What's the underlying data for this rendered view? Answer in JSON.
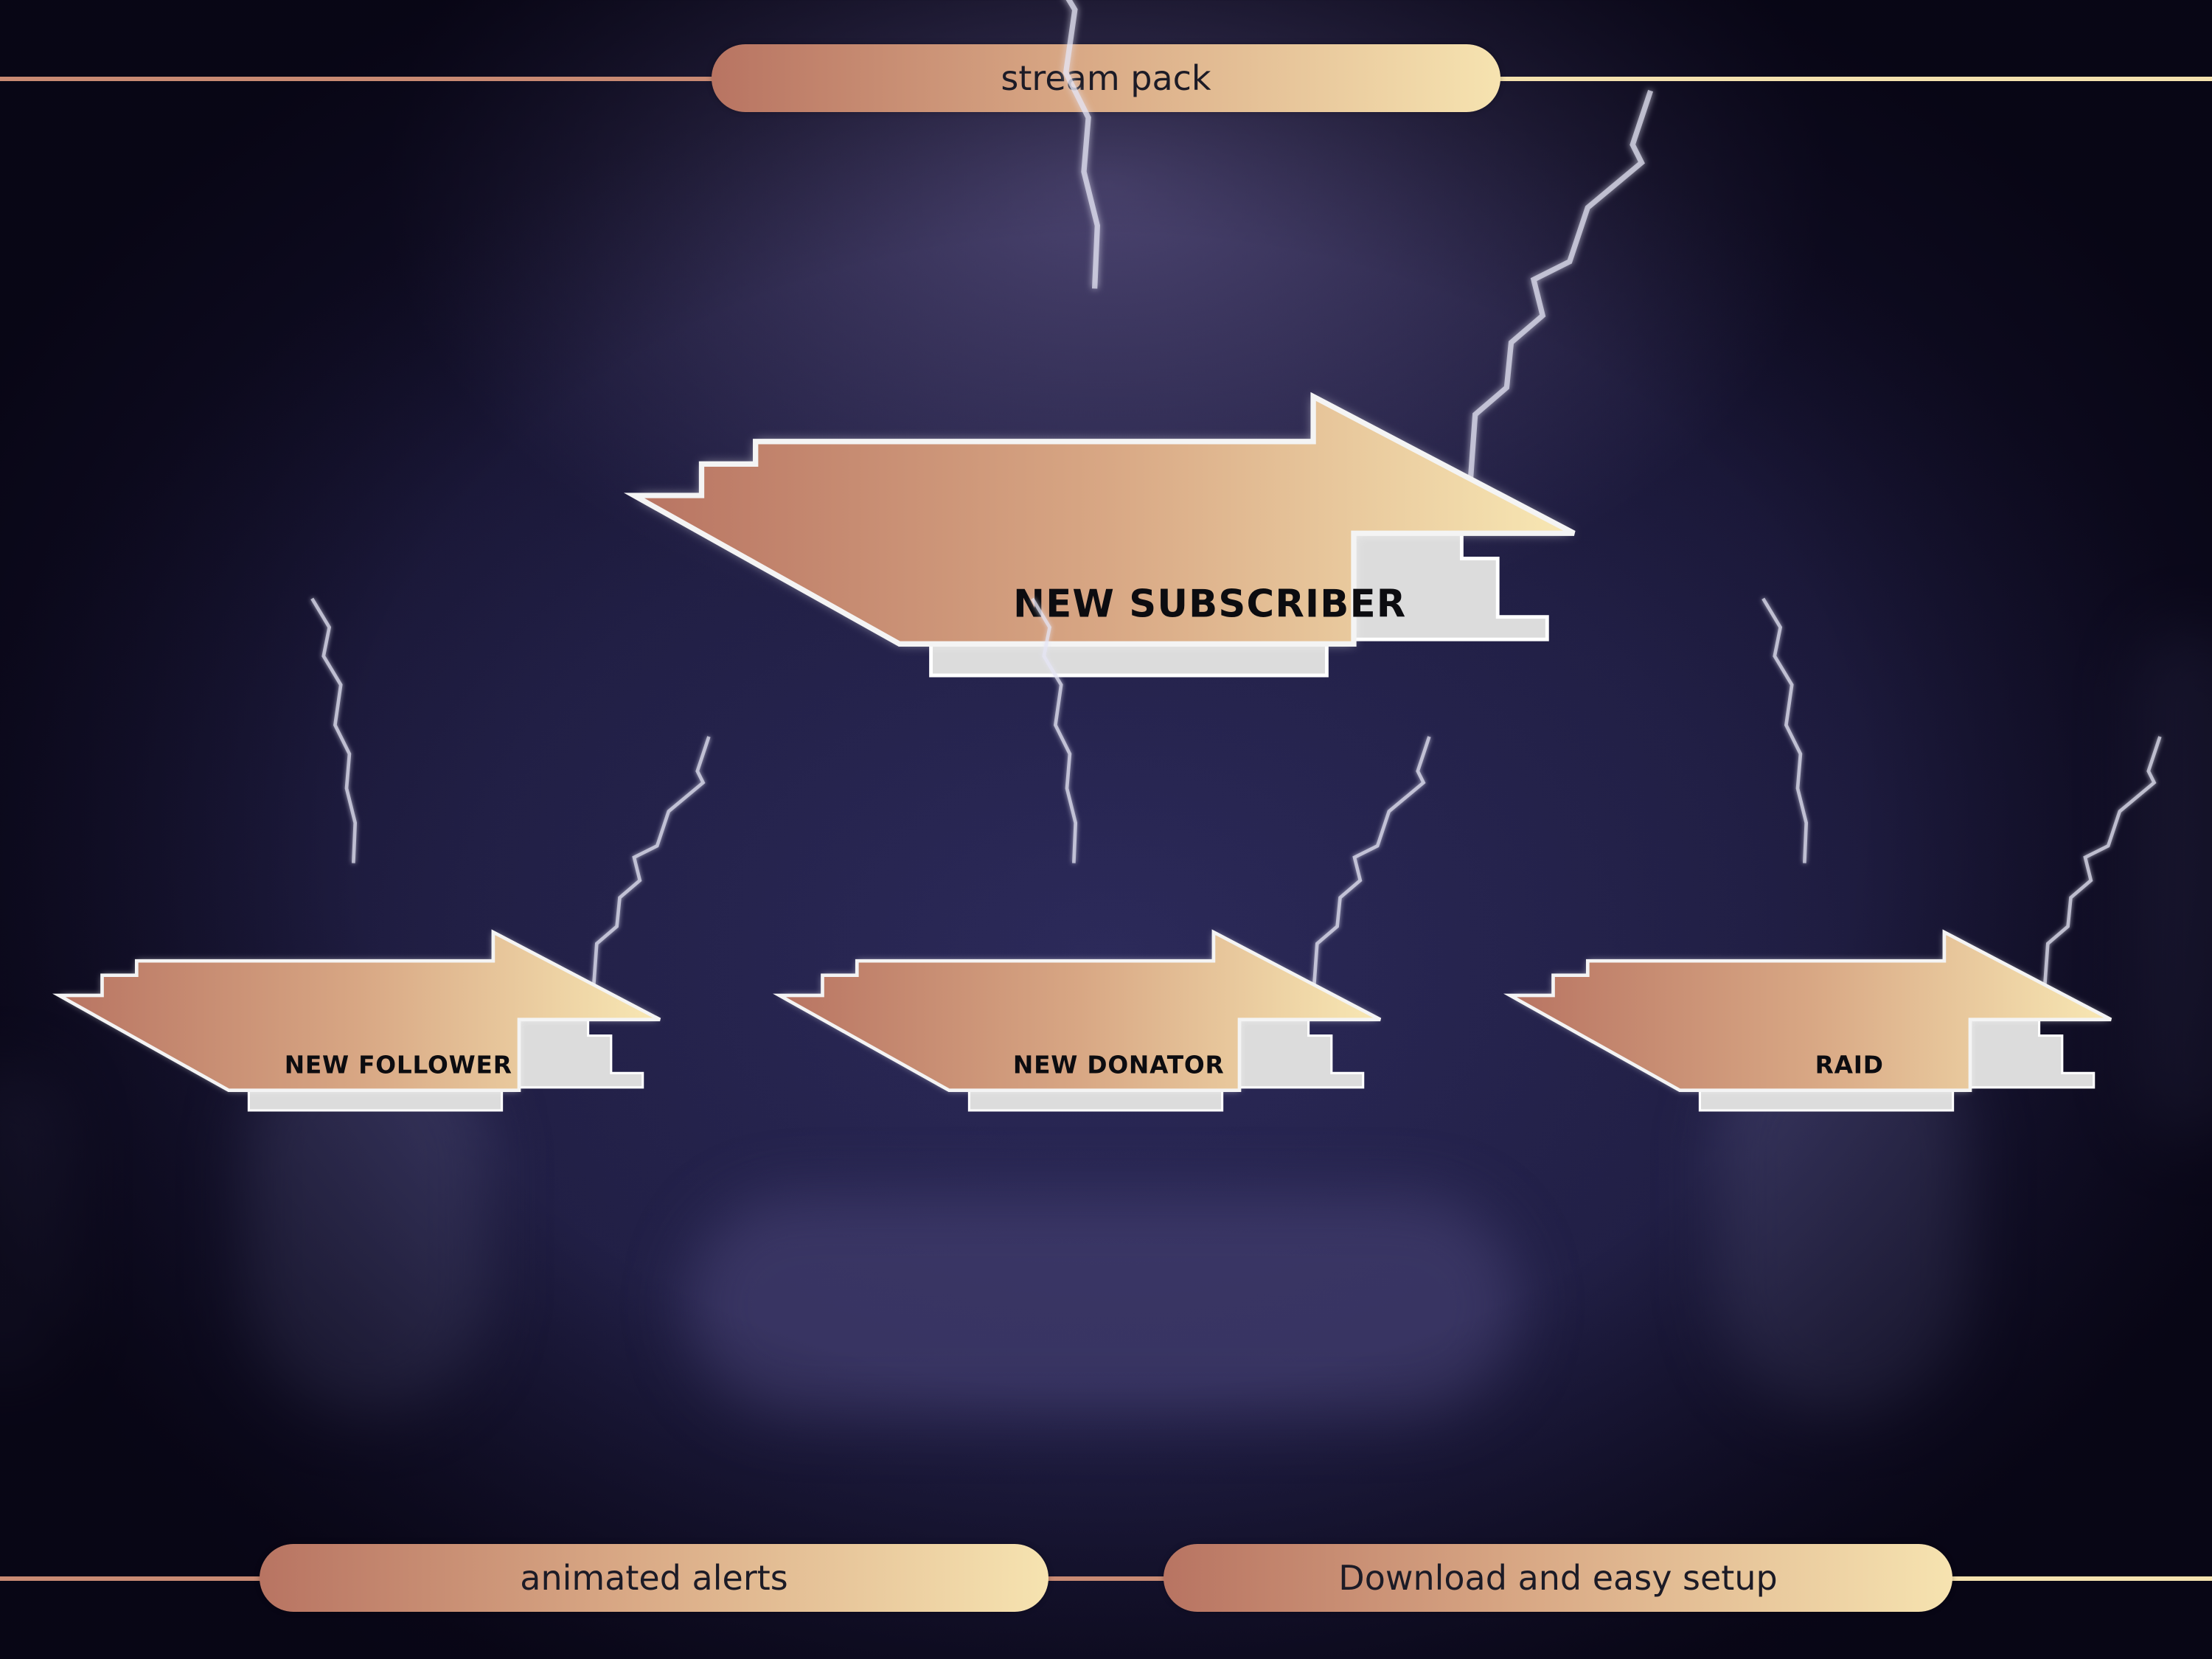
{
  "banner": {
    "title": "stream pack"
  },
  "footer": {
    "left_label": "animated alerts",
    "right_label": "Download and easy setup"
  },
  "alerts": [
    {
      "label": "NEW SUBSCRIBER"
    },
    {
      "label": "NEW FOLLOWER"
    },
    {
      "label": "NEW DONATOR"
    },
    {
      "label": "RAID"
    }
  ],
  "colors": {
    "background_dark": "#1f1d44",
    "gradient_start": "#b87462",
    "gradient_end": "#f6e3b0",
    "label_plate": "#e4e4e4",
    "label_text": "#0c0c10",
    "lightning": "#e6e6f5"
  }
}
